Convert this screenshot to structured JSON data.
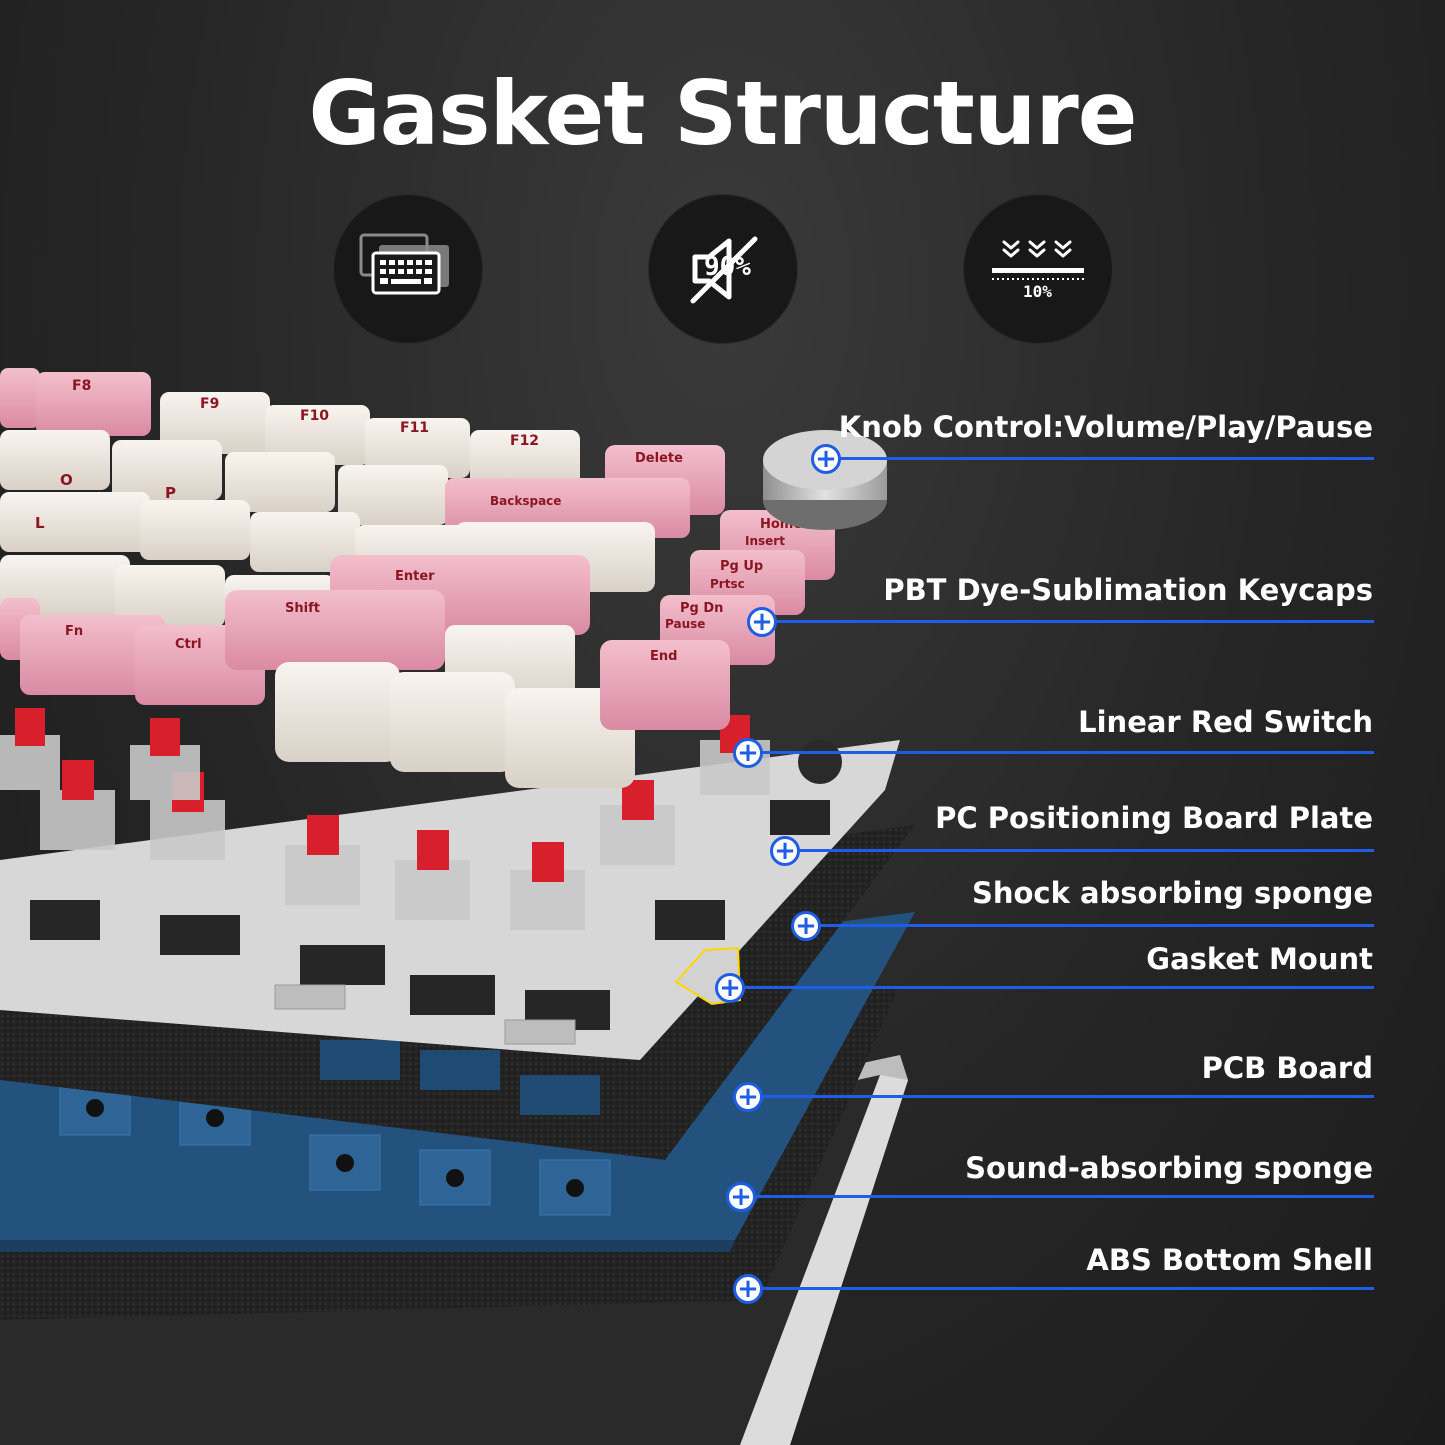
{
  "title": "Gasket Structure",
  "feature_icons": [
    {
      "icon": "keyboard-layers-icon"
    },
    {
      "icon": "mute-speaker-icon",
      "text": "90%"
    },
    {
      "icon": "compression-arrows-icon",
      "text": "10%"
    }
  ],
  "callouts": [
    {
      "label": "Knob Control:Volume/Play/Pause"
    },
    {
      "label": "PBT Dye-Sublimation Keycaps"
    },
    {
      "label": "Linear Red Switch"
    },
    {
      "label": "PC Positioning Board Plate"
    },
    {
      "label": "Shock absorbing sponge"
    },
    {
      "label": "Gasket Mount"
    },
    {
      "label": "PCB Board"
    },
    {
      "label": "Sound-absorbing sponge"
    },
    {
      "label": "ABS Bottom Shell"
    }
  ],
  "marker_symbol": "+",
  "keycap_legends": [
    "F8",
    "F9",
    "F10",
    "F11",
    "F12",
    "Delete",
    "Backspace",
    "Home",
    "Insert",
    "Pg Up",
    "Prtsc",
    "Pg Dn",
    "Pause",
    "End",
    "Enter",
    "Shift",
    "Fn",
    "Ctrl",
    "O",
    "P",
    "L"
  ],
  "colors": {
    "accent_blue": "#1f5de6",
    "keycap_pink": "#e9a2b8",
    "keycap_cream": "#efe8e0",
    "switch_red": "#d8202c",
    "pcb_blue": "#24527e",
    "plate_gray": "#d7d7d7"
  }
}
